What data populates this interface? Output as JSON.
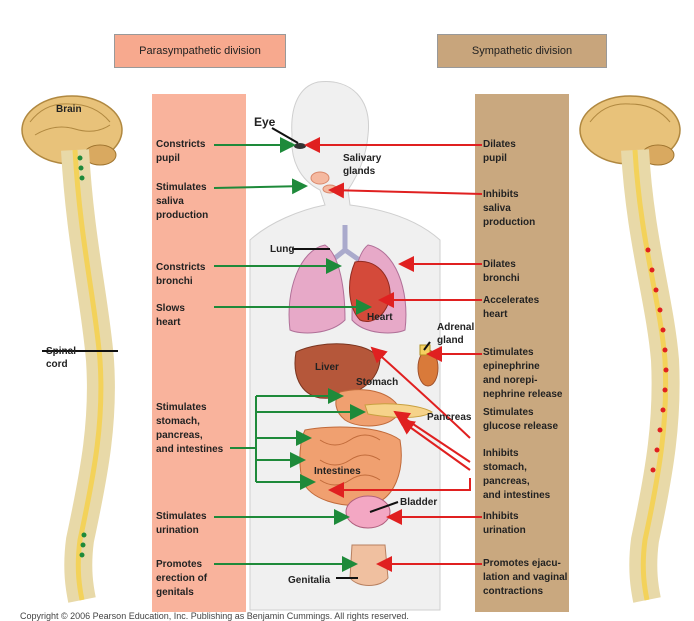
{
  "headers": {
    "parasympathetic": "Parasympathetic division",
    "sympathetic": "Sympathetic division"
  },
  "parasympathetic_effects": [
    "Constricts\npupil",
    "Stimulates\nsaliva\nproduction",
    "Constricts\nbronchi",
    "Slows\nheart",
    "Stimulates\nstomach,\npancreas,\nand intestines",
    "Stimulates\nurination",
    "Promotes\nerection of\ngenitals"
  ],
  "sympathetic_effects": [
    "Dilates\npupil",
    "Inhibits\nsaliva\nproduction",
    "Dilates\nbronchi",
    "Accelerates\nheart",
    "Stimulates\nepinephrine\nand norepi-\nnephrine release",
    "Stimulates\nglucose release",
    "Inhibits\nstomach,\npancreas,\nand intestines",
    "Inhibits\nurination",
    "Promotes ejacu-\nlation and vaginal\ncontractions"
  ],
  "organs": {
    "brain": "Brain",
    "spinal_cord": "Spinal\ncord",
    "eye": "Eye",
    "salivary": "Salivary\nglands",
    "lung": "Lung",
    "heart": "Heart",
    "adrenal": "Adrenal\ngland",
    "liver": "Liver",
    "stomach": "Stomach",
    "pancreas": "Pancreas",
    "intestines": "Intestines",
    "bladder": "Bladder",
    "genitalia": "Genitalia"
  },
  "copyright": "Copyright © 2006 Pearson Education, Inc. Publishing as Benjamin Cummings. All rights reserved.",
  "colors": {
    "para_arrow": "#1e8a3a",
    "sym_arrow": "#e02020",
    "para_panel": "#f9b39c",
    "sym_panel": "#c9a87f"
  }
}
